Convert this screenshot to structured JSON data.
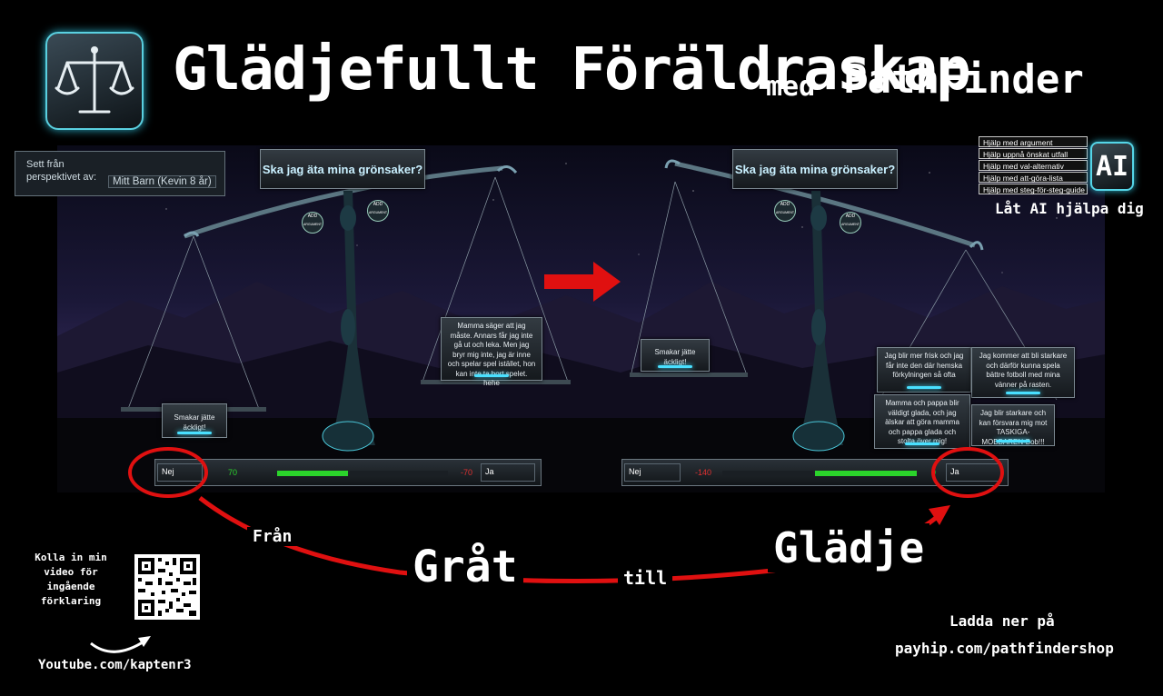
{
  "header": {
    "title": "Glädjefullt Föräldraskap",
    "med": "med",
    "brand": "PathFinder",
    "logo_icon": "scales-icon"
  },
  "perspective": {
    "label_line1": "Sett från",
    "label_line2": "perspektivet av:",
    "value": "Mitt Barn (Kevin 8 år)"
  },
  "left_scale": {
    "question": "Ska jag äta mina grönsaker?",
    "add_argument_label": "ADD",
    "add_argument_sub": "ARGUMENT",
    "no_notes": [
      "Smakar jätte äckligt!"
    ],
    "yes_notes": [
      "Mamma säger att jag måste. Annars får jag inte gå ut och leka. Men jag bryr mig inte, jag är inne och spelar spel istället, hon kan inte ta bort spelet. hehe"
    ],
    "footer": {
      "no_label": "Nej",
      "no_score": "70",
      "yes_score": "-70",
      "yes_label": "Ja",
      "balance_fill": 0.5
    }
  },
  "right_scale": {
    "question": "Ska jag äta mina grönsaker?",
    "add_argument_label": "ADD",
    "add_argument_sub": "ARGUMENT",
    "no_notes": [
      "Smakar jätte äckligt!"
    ],
    "yes_notes": [
      "Jag blir mer frisk och jag får inte den där hemska förkylningen så ofta",
      "Jag kommer att bli starkare och därför kunna spela bättre fotboll med mina vänner på rasten.",
      "Mamma och pappa blir väldigt glada, och jag älskar att göra mamma och pappa glada och stolta över mig!",
      "Jag blir starkare och kan försvara mig mot TASKIGA-MOBBAREN-Bob!!!"
    ],
    "footer": {
      "no_label": "Nej",
      "no_score": "-140",
      "yes_score": "0",
      "yes_label": "Ja",
      "balance_fill": 0.7
    }
  },
  "ai_panel": {
    "options": [
      "Hjälp med argument",
      "Hjälp uppnå önskat utfall",
      "Hjälp med val-alternativ",
      "Hjälp med att-göra-lista",
      "Hjälp med steg-för-steg-guide"
    ],
    "button_label": "AI",
    "caption": "Låt AI hjälpa dig"
  },
  "journey": {
    "fran": "Från",
    "grat": "Gråt",
    "till": "till",
    "gladje": "Glädje"
  },
  "promo": {
    "video_text": [
      "Kolla in min",
      "video för",
      "ingående",
      "förklaring"
    ],
    "youtube": "Youtube.com/kaptenr3",
    "download_line1": "Ladda ner på",
    "download_line2": "payhip.com/pathfindershop"
  },
  "colors": {
    "accent_cyan": "#49e0ff",
    "annotation_red": "#e01010",
    "balance_green": "#2bd42b"
  }
}
